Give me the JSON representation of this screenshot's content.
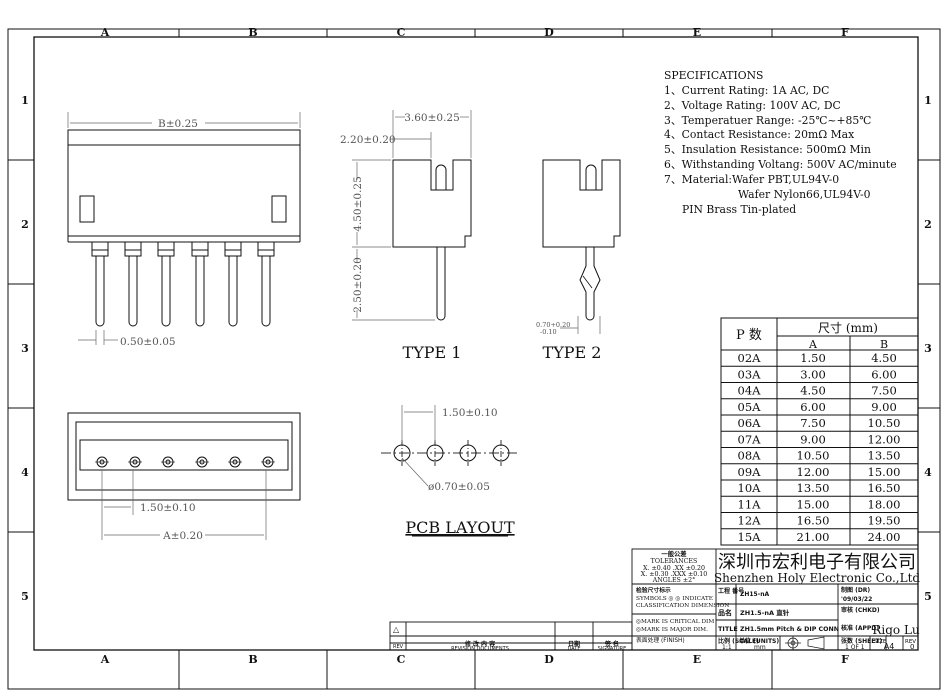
{
  "frame": {
    "col_letters": [
      "A",
      "B",
      "C",
      "D",
      "E",
      "F"
    ],
    "row_numbers": [
      "1",
      "2",
      "3",
      "4",
      "5"
    ]
  },
  "specifications": {
    "heading": "SPECIFICATIONS",
    "items": [
      "1、Current Rating: 1A AC, DC",
      "2、Voltage Rating: 100V AC, DC",
      "3、Temperatuer Range: -25℃~+85℃",
      "4、Contact Resistance: 20mΩ  Max",
      "5、Insulation Resistance: 500mΩ Min",
      "6、Withstanding Voltang: 500V AC/minute",
      "7、Material:Wafer PBT,UL94V-0",
      "Wafer Nylon66,UL94V-0",
      "PIN Brass Tin-plated"
    ]
  },
  "dimensions": {
    "front_b": "B±0.25",
    "front_pin": "0.50±0.05",
    "side_width": "3.60±0.25",
    "side_offset": "2.20±0.20",
    "side_height": "4.50±0.25",
    "side_pin": "2.50±0.20",
    "type2_pin": "0.70+0.20",
    "type2_pin_tol": "-0.10",
    "pcb_pitch": "1.50±0.10",
    "pcb_hole": "ø0.70±0.05",
    "bottom_pitch": "1.50±0.10",
    "bottom_a": "A±0.20"
  },
  "labels": {
    "type1": "TYPE  1",
    "type2": "TYPE  2",
    "pcb_layout": "PCB LAYOUT"
  },
  "size_table": {
    "header_p": "P 数",
    "header_size": "尺寸 (mm)",
    "col_a": "A",
    "col_b": "B",
    "rows": [
      {
        "p": "02A",
        "a": "1.50",
        "b": "4.50"
      },
      {
        "p": "03A",
        "a": "3.00",
        "b": "6.00"
      },
      {
        "p": "04A",
        "a": "4.50",
        "b": "7.50"
      },
      {
        "p": "05A",
        "a": "6.00",
        "b": "9.00"
      },
      {
        "p": "06A",
        "a": "7.50",
        "b": "10.50"
      },
      {
        "p": "07A",
        "a": "9.00",
        "b": "12.00"
      },
      {
        "p": "08A",
        "a": "10.50",
        "b": "13.50"
      },
      {
        "p": "09A",
        "a": "12.00",
        "b": "15.00"
      },
      {
        "p": "10A",
        "a": "13.50",
        "b": "16.50"
      },
      {
        "p": "11A",
        "a": "15.00",
        "b": "18.00"
      },
      {
        "p": "12A",
        "a": "16.50",
        "b": "19.50"
      },
      {
        "p": "15A",
        "a": "21.00",
        "b": "24.00"
      }
    ]
  },
  "title_block": {
    "company_cn": "深圳市宏利电子有限公司",
    "company_en": "Shenzhen Holy Electronic Co.,Ltd",
    "tol_heading_cn": "一般公差",
    "tol_heading_en": "TOLERANCES",
    "tol_line1": "X. ±0.40   .XX ±0.20",
    "tol_line2": "X. ±0.30  .XXX ±0.10",
    "tol_line3": "ANGLES     ±2°",
    "check_cn": "检验尺寸标示",
    "symbols": "SYMBOLS ◎ ◎ INDICATE",
    "classification": "CLASSIFICATION  DIMENSION",
    "mark_critical": "◎MARK IS CRITICAL DIM",
    "mark_major": "◎MARK IS MAJOR DIM.",
    "finish": "表面处理 (FINISH)",
    "part_no_label": "工程 番号",
    "part_no": "ZH15-nA",
    "name_label": "品名",
    "name_value": "ZH1.5-nA 直针",
    "title_label": "TITLE",
    "title_value": "ZH1.5mm  Pitch & DIP CONN",
    "drawn_label": "制图 (DR)",
    "drawn_date": "'09/03/22",
    "checked_label": "审核 (CHKD)",
    "approved_label": "核准 (APPD)",
    "approved_by": "Rigo Lu",
    "scale_label": "比例 (SCALE)",
    "scale_value": "1:1",
    "unit_label": "单位 (UNITS)",
    "unit_value": "mm",
    "sheet_label": "张数 (SHEET)",
    "sheet_value": "1 OF 1",
    "size_label": "SIZE",
    "size_value": "A4",
    "rev_label": "REV",
    "rev_value": "0"
  },
  "revision_block": {
    "rev_col": "REV",
    "revision_col": "修 改 内 容",
    "revision_sub": "REVISION DOCUMENTS",
    "date_col": "日期",
    "date_sub": "DATE",
    "sign_col": "签 名",
    "sign_sub": "SIGNATURE"
  }
}
